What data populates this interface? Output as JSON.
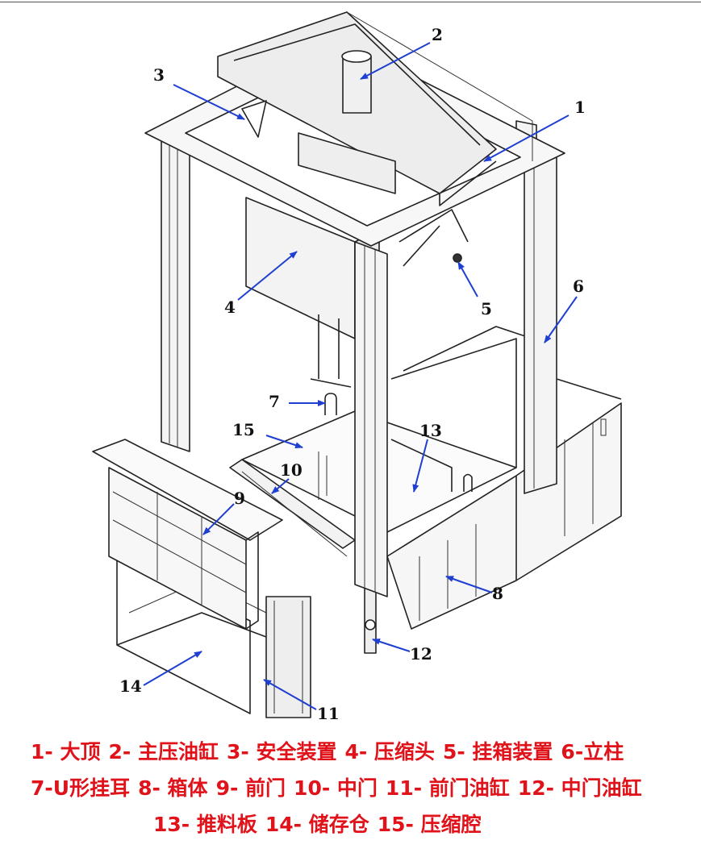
{
  "callouts": [
    "1",
    "2",
    "3",
    "4",
    "5",
    "6",
    "7",
    "8",
    "9",
    "10",
    "11",
    "12",
    "13",
    "14",
    "15"
  ],
  "legend": {
    "color": "#e0131b",
    "items": [
      "1- 大顶",
      "2- 主压油缸",
      "3- 安全装置",
      "4- 压缩头",
      "5-  挂箱装置",
      "6-立柱",
      "7-U形挂耳",
      "8- 箱体",
      "9- 前门",
      "10- 中门",
      "11- 前门油缸",
      "12- 中门油缸",
      "13- 推料板",
      "14- 储存仓",
      "15- 压缩腔"
    ]
  },
  "leader_color": "#1f3fd1"
}
